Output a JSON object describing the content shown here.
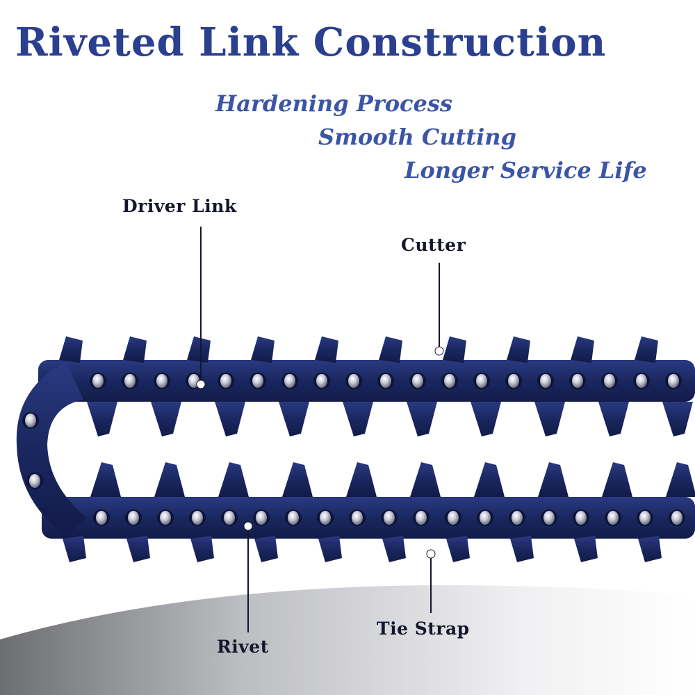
{
  "title": "Riveted Link Construction",
  "features": [
    "Hardening Process",
    "Smooth Cutting",
    "Longer Service Life"
  ],
  "callouts": {
    "driver_link": "Driver Link",
    "cutter": "Cutter",
    "rivet": "Rivet",
    "tie_strap": "Tie Strap"
  },
  "colors": {
    "title": "#2a3f8f",
    "features": "#3b55a6",
    "labels": "#14172b",
    "chain": "#1c2a66",
    "rivet": "#c9ccd6"
  }
}
